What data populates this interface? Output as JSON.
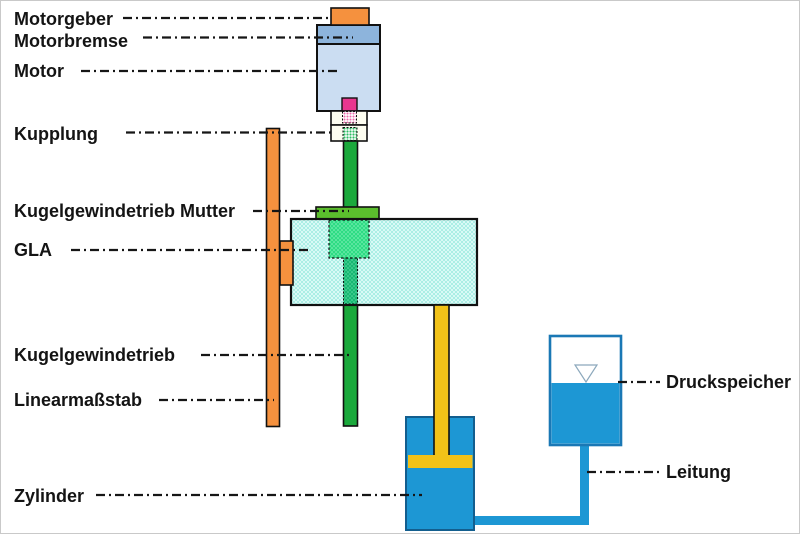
{
  "labels": {
    "motorgeber": "Motorgeber",
    "motorbremse": "Motorbremse",
    "motor": "Motor",
    "kupplung": "Kupplung",
    "kugelgewindetrieb_mutter": "Kugelgewindetrieb Mutter",
    "gla": "GLA",
    "kugelgewindetrieb": "Kugelgewindetrieb",
    "linearmassstab": "Linearmaßstab",
    "zylinder": "Zylinder",
    "druckspeicher": "Druckspeicher",
    "leitung": "Leitung"
  },
  "colors": {
    "orange": "#F5913E",
    "motor_brake_blue": "#8DB4DC",
    "motor_body_blue": "#CBDDF2",
    "coupling_housing": "#FDFDF0",
    "magenta": "#E8368F",
    "magenta_dot": "#EE67A8",
    "coupling_green_dot": "#2EBE62",
    "dot_bg_white": "#FFFFFF",
    "shaft_green": "#1BA93C",
    "nut_bar_green": "#5BBE2D",
    "nut_block_green": "#2EDC84",
    "nut_block_dot": "#8CF2BE",
    "gla_fill": "#D9FAF6",
    "gla_dot": "#8AE6DA",
    "gla_shaft_teal": "#18B873",
    "gla_shaft_dot": "#5FDCA6",
    "rod_yellow": "#F2C218",
    "hydraulic_blue": "#1D97D4",
    "cylinder_border": "#135E8E",
    "tank_border": "#1A78B5",
    "level_symbol": "#8CA8BC",
    "outline_black": "#111111",
    "leader_line": "#161616"
  }
}
